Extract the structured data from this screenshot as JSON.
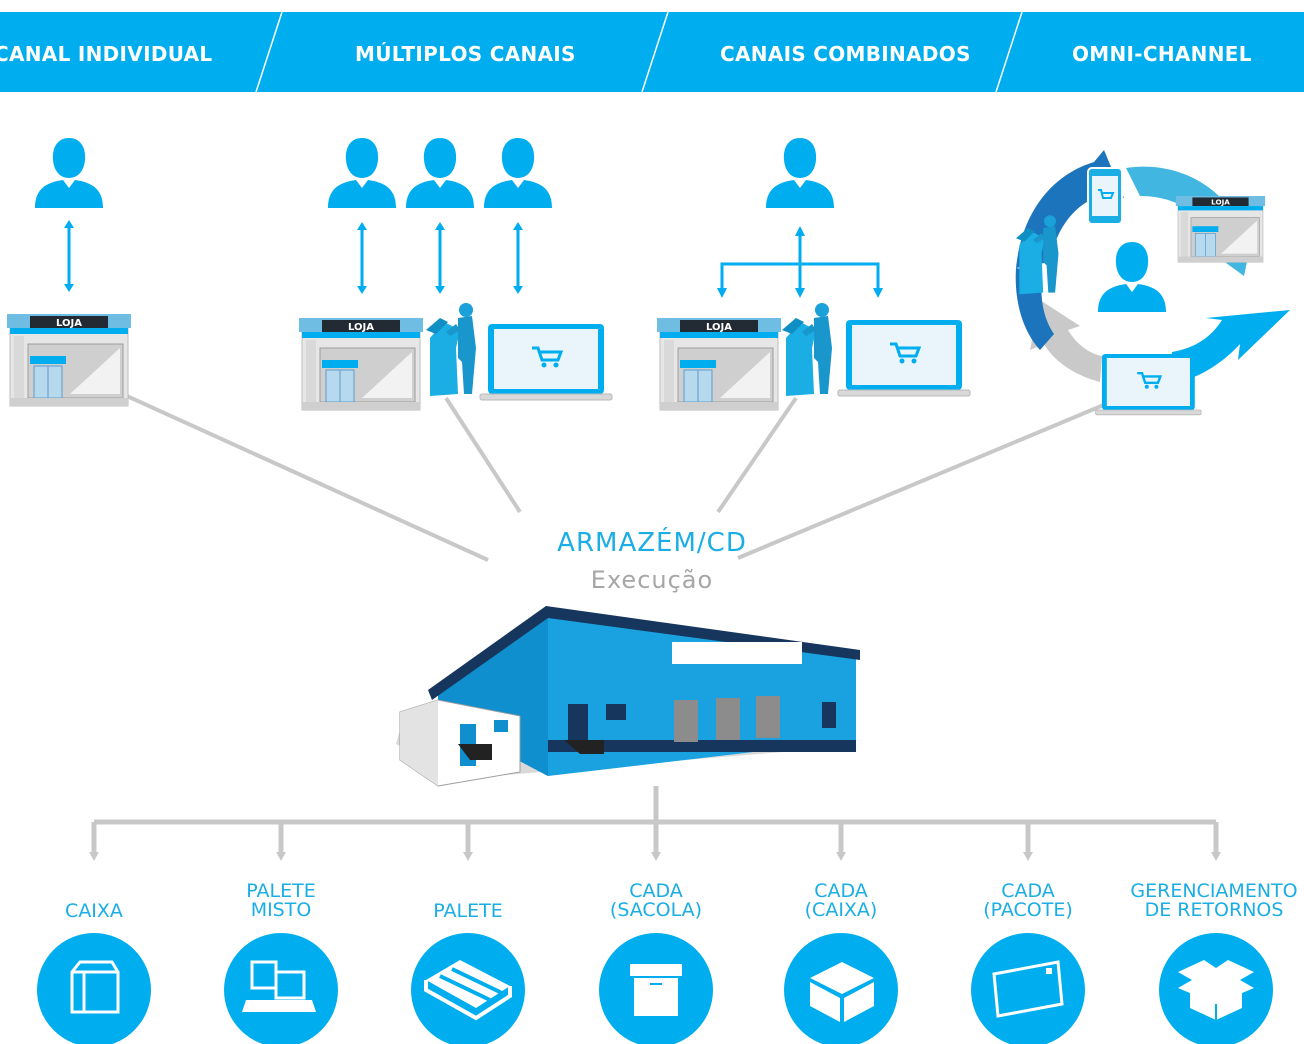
{
  "header": {
    "channels": [
      {
        "label": "CANAL INDIVIDUAL"
      },
      {
        "label": "MÚLTIPLOS CANAIS"
      },
      {
        "label": "CANAIS COMBINADOS"
      },
      {
        "label": "OMNI-CHANNEL"
      }
    ]
  },
  "store_sign": "LOJA",
  "hub": {
    "title": "ARMAZÉM/CD",
    "subtitle": "Execução"
  },
  "outputs": [
    {
      "label": "CAIXA",
      "icon": "box-icon"
    },
    {
      "label": "PALETE\nMISTO",
      "icon": "mixed-pallet-icon"
    },
    {
      "label": "PALETE",
      "icon": "pallet-icon"
    },
    {
      "label": "CADA\n(SACOLA)",
      "icon": "bag-icon"
    },
    {
      "label": "CADA\n(CAIXA)",
      "icon": "each-box-icon"
    },
    {
      "label": "CADA\n(PACOTE)",
      "icon": "package-icon"
    },
    {
      "label": "GERENCIAMENTO\nDE RETORNOS",
      "icon": "returns-icon"
    }
  ],
  "colors": {
    "brand": "#00aeef",
    "dark_blue": "#1c75bc",
    "connector": "#c8c8c8",
    "subtitle": "#a6a6a6"
  }
}
